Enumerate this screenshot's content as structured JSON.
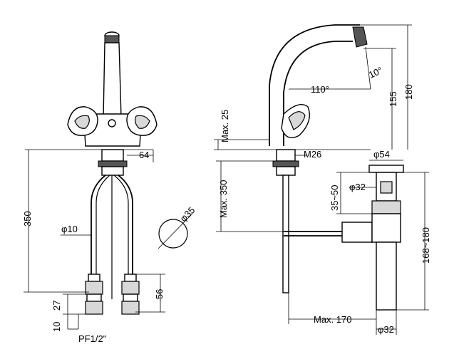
{
  "labels": {
    "d64": "64",
    "d350_front": "350",
    "phi10": "φ10",
    "phi35": "φ35",
    "d56": "56",
    "d27": "27",
    "d10": "10",
    "pf": "PF1/2\"",
    "max25": "Max. 25",
    "max350": "Max. 350",
    "d110": "110°",
    "d10deg": "10°",
    "d155": "155",
    "d180": "180",
    "m26": "M26",
    "phi54": "φ54",
    "phi32_top": "φ32",
    "d35_50": "35~50",
    "d168_180": "168~180",
    "max170": "Max. 170",
    "phi32_bottom": "φ32"
  }
}
